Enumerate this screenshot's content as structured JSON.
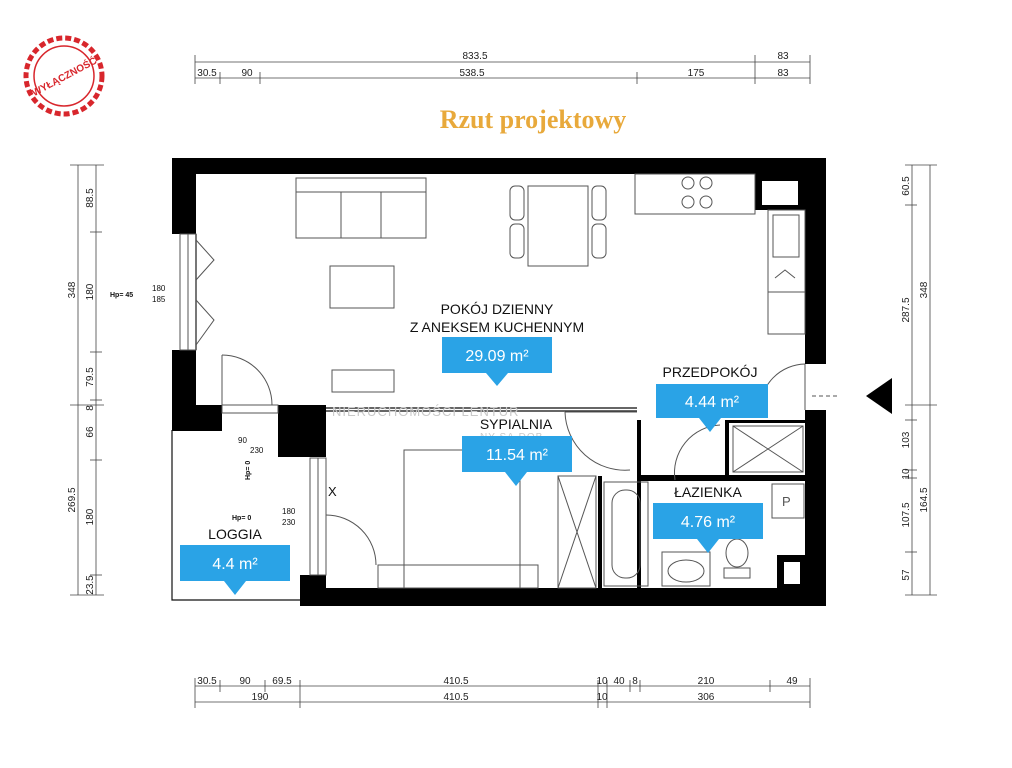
{
  "title": "Rzut projektowy",
  "stamp": "WYŁĄCZNOŚĆ",
  "watermark": {
    "line1": "NIERUCHOMOŚCI LENTUR",
    "line2": "NY SĄ DOB"
  },
  "rooms": [
    {
      "name_line1": "POKÓJ DZIENNY",
      "name_line2": "Z ANEKSEM KUCHENNYM",
      "area": "29.09 m²"
    },
    {
      "name_line1": "PRZEDPOKÓJ",
      "name_line2": "",
      "area": "4.44 m²"
    },
    {
      "name_line1": "SYPIALNIA",
      "name_line2": "",
      "area": "11.54 m²"
    },
    {
      "name_line1": "ŁAZIENKA",
      "name_line2": "",
      "area": "4.76 m²"
    },
    {
      "name_line1": "LOGGIA",
      "name_line2": "",
      "area": "4.4 m²"
    }
  ],
  "dimensions": {
    "top_row1": [
      "833.5",
      "83"
    ],
    "top_row2": [
      "30.5",
      "90",
      "538.5",
      "175",
      "83"
    ],
    "bottom_row1": [
      "30.5",
      "90",
      "69.5",
      "410.5",
      "10",
      "40",
      "8",
      "210",
      "49"
    ],
    "bottom_row2": [
      "190",
      "410.5",
      "10",
      "306"
    ],
    "left_outer": [
      "348",
      "269.5"
    ],
    "left_inner": [
      "88.5",
      "180",
      "79.5",
      "8",
      "66",
      "180",
      "23.5"
    ],
    "right_inner": [
      "60.5",
      "287.5",
      "103",
      "10",
      "107.5",
      "57"
    ],
    "right_outer": [
      "348",
      "164.5"
    ]
  },
  "openings": {
    "window_top_left": {
      "hp": "Hp= 45",
      "a": "180",
      "b": "185"
    },
    "window_loggia": {
      "a": "90",
      "b": "230",
      "hp": "Hp= 0"
    },
    "window_bedroom": {
      "hp": "Hp= 0",
      "a": "180",
      "b": "230"
    }
  },
  "marks": {
    "x": "X",
    "p": "P"
  }
}
